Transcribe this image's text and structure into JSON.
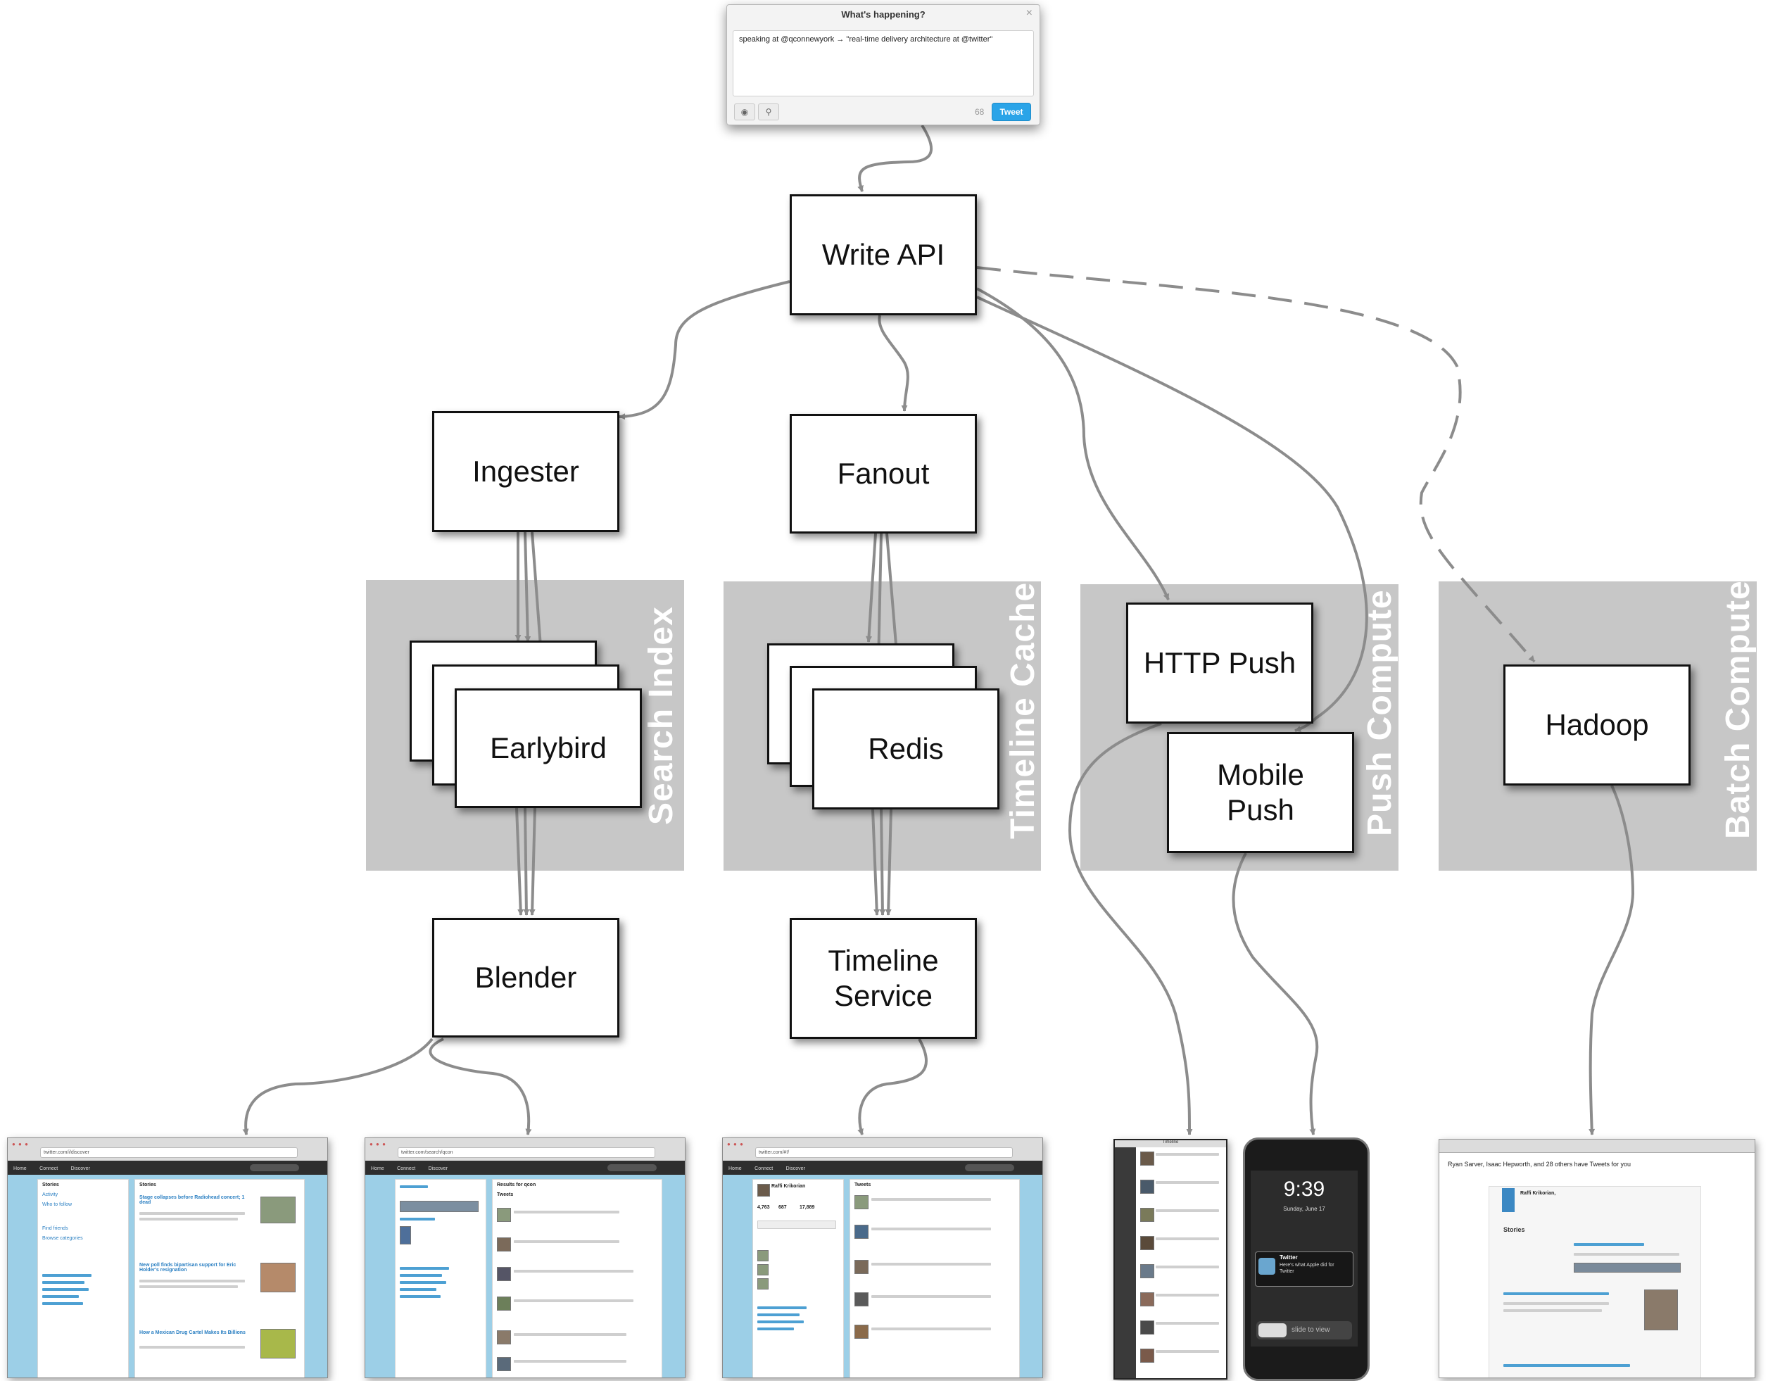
{
  "colors": {
    "cluster_fill": "#c7c7c7",
    "edge": "#8c8c8c",
    "node_border": "#111111",
    "tweet_button": "#2aa4e8"
  },
  "compose_dialog": {
    "title": "What's happening?",
    "close_glyph": "×",
    "text": "speaking at @qconnewyork → \"real-time delivery architecture at @twitter\"",
    "char_count": "68",
    "tweet_button": "Tweet",
    "icons": [
      "camera-icon",
      "location-pin-icon"
    ]
  },
  "clusters": {
    "search_index": "Search Index",
    "timeline_cache": "Timeline Cache",
    "push_compute": "Push Compute",
    "batch_compute": "Batch Compute"
  },
  "nodes": {
    "write_api": "Write API",
    "ingester": "Ingester",
    "fanout": "Fanout",
    "earlybird": "Earlybird",
    "redis": "Redis",
    "http_push": "HTTP Push",
    "mobile_push": "Mobile\nPush",
    "hadoop": "Hadoop",
    "blender": "Blender",
    "timeline_service": "Timeline\nService"
  },
  "edges": [
    {
      "from": "compose_dialog",
      "to": "write_api",
      "style": "solid"
    },
    {
      "from": "write_api",
      "to": "ingester",
      "style": "solid"
    },
    {
      "from": "write_api",
      "to": "fanout",
      "style": "solid"
    },
    {
      "from": "write_api",
      "to": "http_push",
      "style": "solid"
    },
    {
      "from": "write_api",
      "to": "mobile_push",
      "style": "solid"
    },
    {
      "from": "write_api",
      "to": "hadoop",
      "style": "dashed"
    },
    {
      "from": "ingester",
      "to": "earlybird",
      "style": "solid",
      "count": 3
    },
    {
      "from": "fanout",
      "to": "redis",
      "style": "solid",
      "count": 3
    },
    {
      "from": "earlybird",
      "to": "blender",
      "style": "solid",
      "count": 3
    },
    {
      "from": "redis",
      "to": "timeline_service",
      "style": "solid",
      "count": 3
    },
    {
      "from": "blender",
      "to": "discover_screenshot",
      "style": "solid"
    },
    {
      "from": "blender",
      "to": "search_screenshot",
      "style": "solid"
    },
    {
      "from": "timeline_service",
      "to": "home_screenshot",
      "style": "solid"
    },
    {
      "from": "http_push",
      "to": "tweetdeck_screenshot",
      "style": "solid"
    },
    {
      "from": "mobile_push",
      "to": "iphone_screenshot",
      "style": "solid"
    },
    {
      "from": "hadoop",
      "to": "email_screenshot",
      "style": "solid"
    }
  ],
  "screenshots": {
    "discover": {
      "url": "twitter.com/i/discover",
      "nav": [
        "Home",
        "Connect",
        "Discover"
      ],
      "heading": "Stories",
      "sidebar_items": [
        "Stories",
        "Activity",
        "Who to follow",
        "Find friends",
        "Browse categories"
      ],
      "headlines": [
        "Stage collapses before Radiohead concert; 1 dead",
        "New poll finds bipartisan support for Eric Holder's resignation",
        "How a Mexican Drug Cartel Makes Its Billions"
      ]
    },
    "search": {
      "url": "twitter.com/search/qcon",
      "nav": [
        "Home",
        "Connect",
        "Discover"
      ],
      "heading": "Results for qcon",
      "sub_heading": "Tweets"
    },
    "home": {
      "url": "twitter.com/#!/",
      "nav": [
        "Home",
        "Connect",
        "Discover"
      ],
      "profile_name": "Raffi Krikorian",
      "stats": [
        "4,763",
        "687",
        "17,889"
      ],
      "heading": "Tweets"
    },
    "tweetdeck": {
      "title": "Timeline"
    },
    "iphone": {
      "time": "9:39",
      "date": "Sunday, June 17",
      "notification_title": "Twitter",
      "notification_body": "Here's what Apple did for Twitter",
      "slider": "slide to view"
    },
    "email": {
      "subject": "Ryan Sarver, Isaac Hepworth, and 28 others have Tweets for you",
      "sender": "Raffi Krikorian,",
      "heading": "Stories"
    }
  }
}
